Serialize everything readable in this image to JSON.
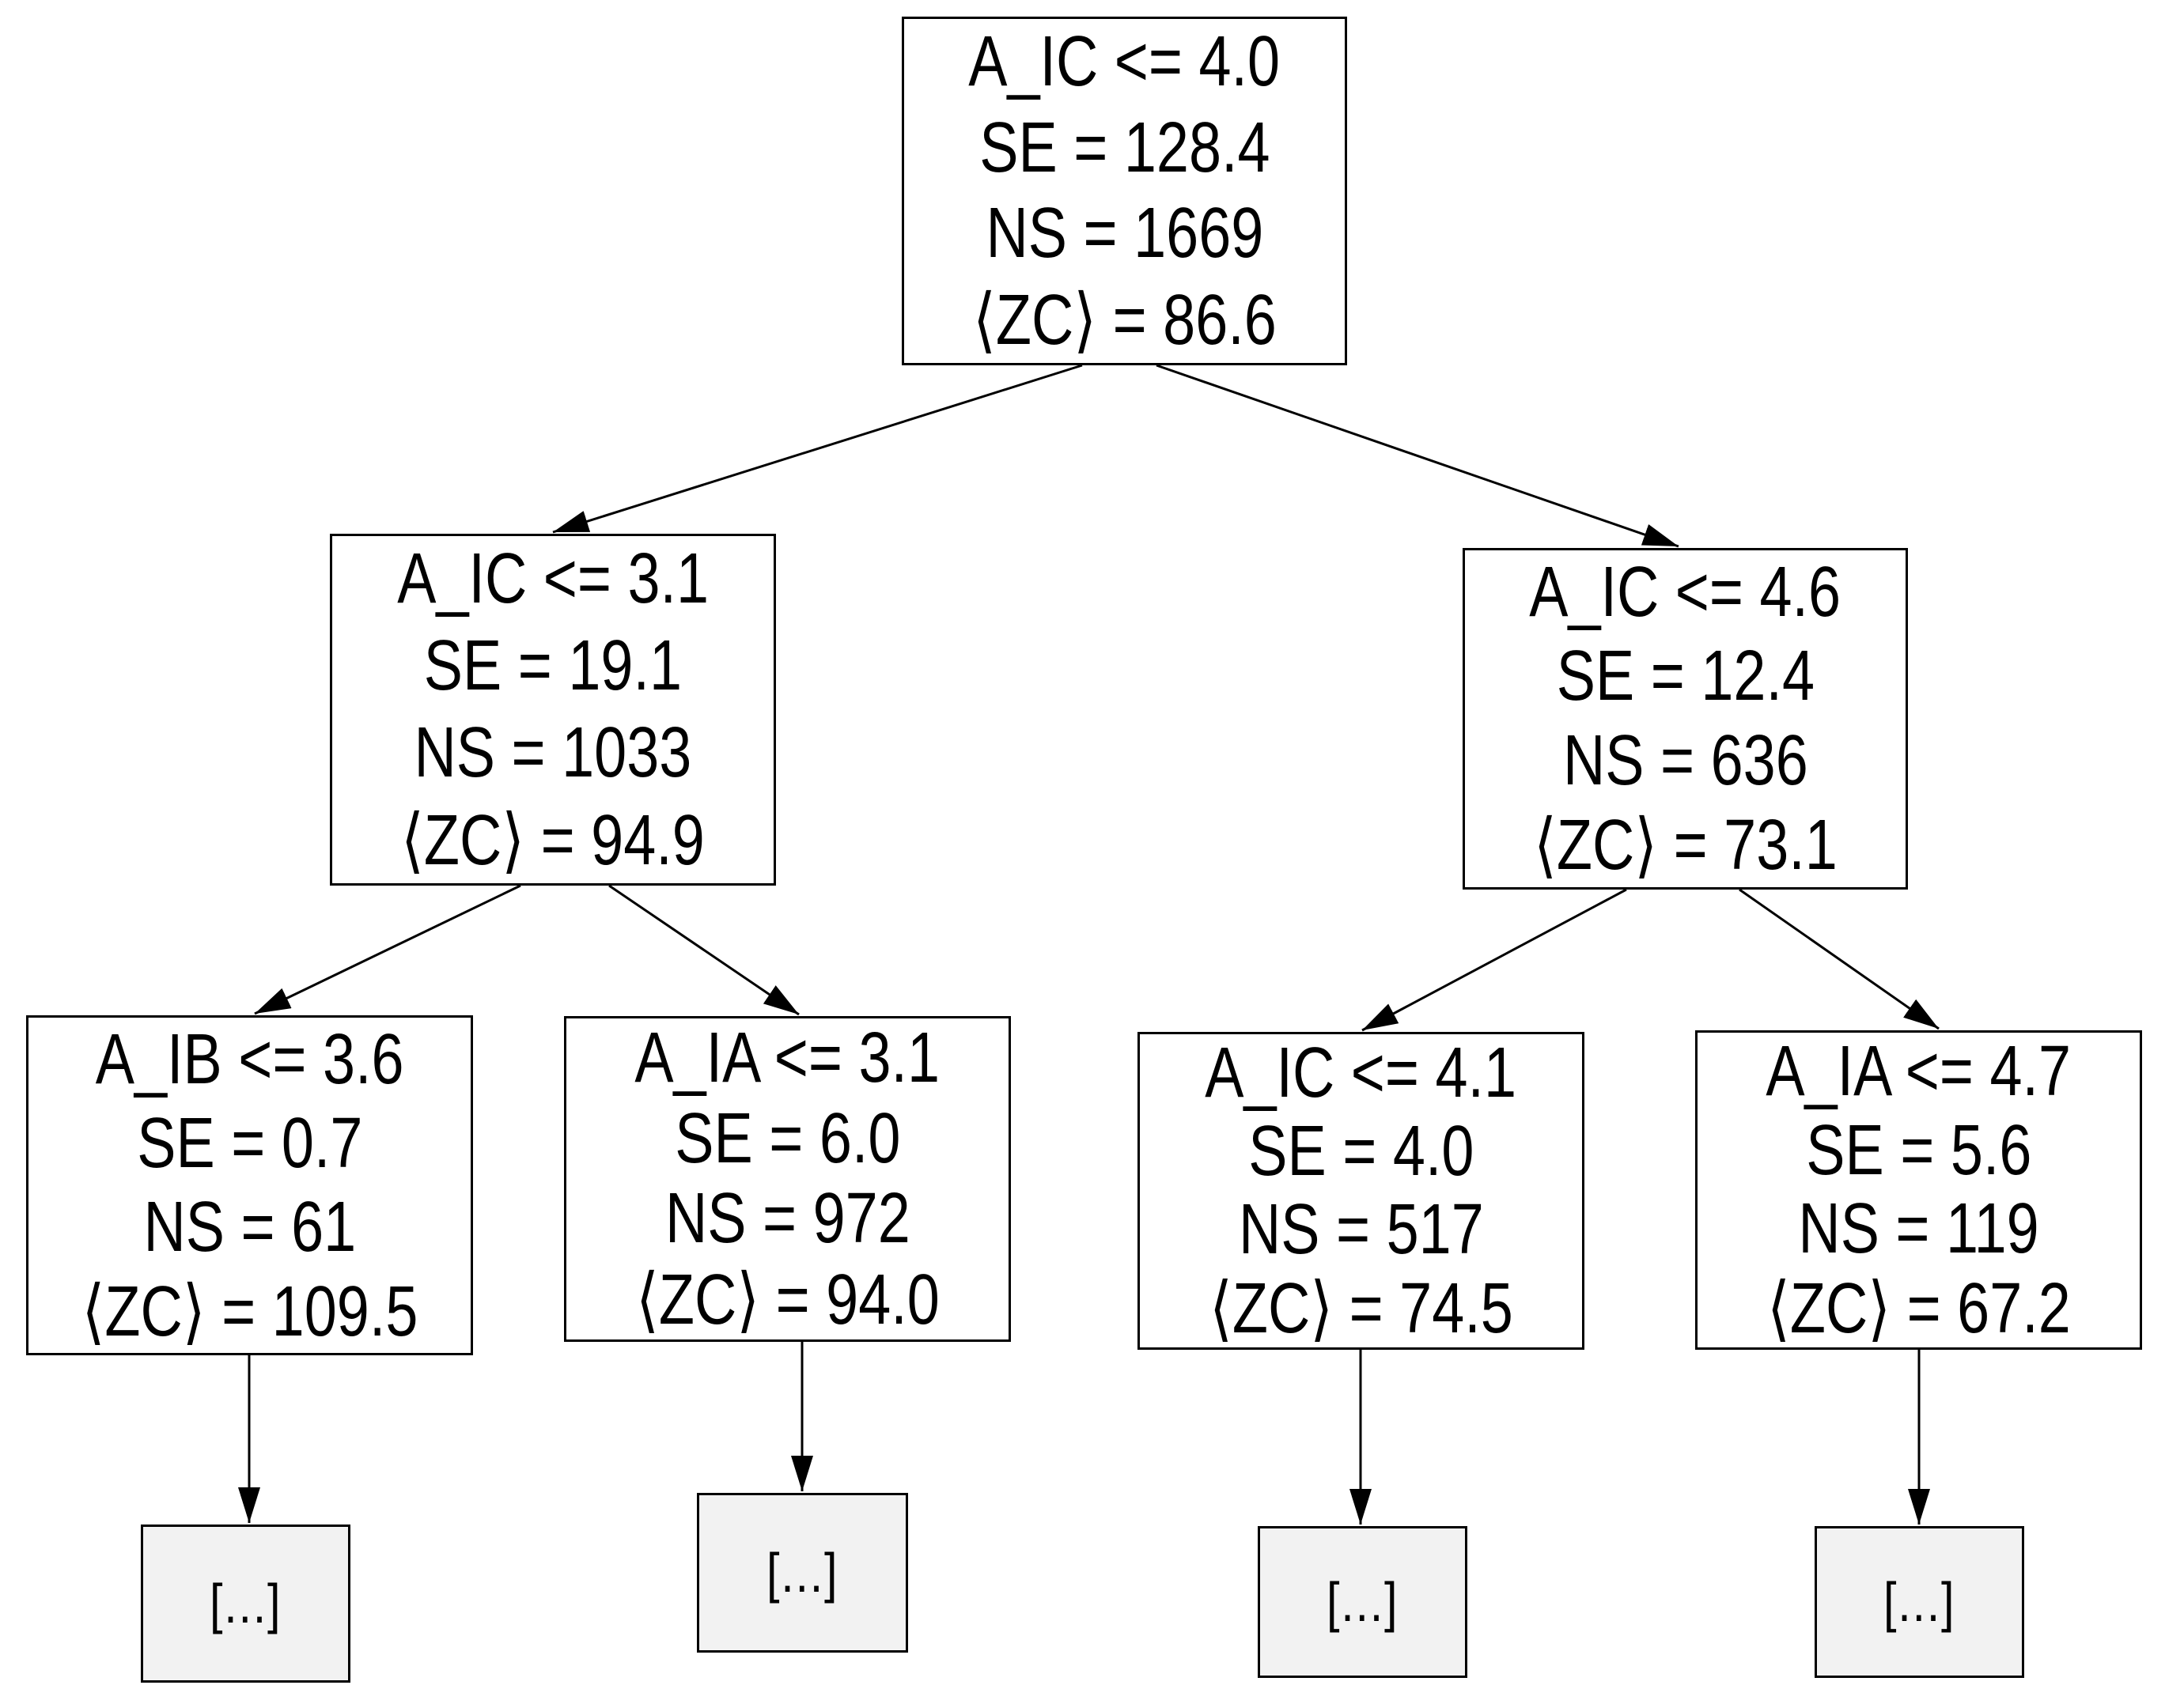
{
  "diagram_type": "decision-tree",
  "colors": {
    "background": "#ffffff",
    "node_fill": "#ffffff",
    "leaf_fill": "#f2f2f2",
    "border": "#000000",
    "text": "#000000",
    "arrow": "#000000"
  },
  "nodes": {
    "root": {
      "condition": "A_IC <= 4.0",
      "se": "SE = 128.4",
      "ns": "NS = 1669",
      "zc": "⟨ZC⟩ = 86.6"
    },
    "mid_left": {
      "condition": "A_IC <= 3.1",
      "se": "SE = 19.1",
      "ns": "NS = 1033",
      "zc": "⟨ZC⟩ = 94.9"
    },
    "mid_right": {
      "condition": "A_IC <= 4.6",
      "se": "SE = 12.4",
      "ns": "NS = 636",
      "zc": "⟨ZC⟩ = 73.1"
    },
    "bottom_1": {
      "condition": "A_IB <= 3.6",
      "se": "SE = 0.7",
      "ns": "NS = 61",
      "zc": "⟨ZC⟩ = 109.5"
    },
    "bottom_2": {
      "condition": "A_IA <= 3.1",
      "se": "SE = 6.0",
      "ns": "NS = 972",
      "zc": "⟨ZC⟩ = 94.0"
    },
    "bottom_3": {
      "condition": "A_IC <= 4.1",
      "se": "SE = 4.0",
      "ns": "NS = 517",
      "zc": "⟨ZC⟩ = 74.5"
    },
    "bottom_4": {
      "condition": "A_IA <= 4.7",
      "se": "SE = 5.6",
      "ns": "NS = 119",
      "zc": "⟨ZC⟩ = 67.2"
    }
  },
  "leaves": {
    "leaf_1": {
      "label": "[...]"
    },
    "leaf_2": {
      "label": "[...]"
    },
    "leaf_3": {
      "label": "[...]"
    },
    "leaf_4": {
      "label": "[...]"
    }
  },
  "edges": [
    {
      "from": "root",
      "to": "mid_left"
    },
    {
      "from": "root",
      "to": "mid_right"
    },
    {
      "from": "mid_left",
      "to": "bottom_1"
    },
    {
      "from": "mid_left",
      "to": "bottom_2"
    },
    {
      "from": "mid_right",
      "to": "bottom_3"
    },
    {
      "from": "mid_right",
      "to": "bottom_4"
    },
    {
      "from": "bottom_1",
      "to": "leaf_1"
    },
    {
      "from": "bottom_2",
      "to": "leaf_2"
    },
    {
      "from": "bottom_3",
      "to": "leaf_3"
    },
    {
      "from": "bottom_4",
      "to": "leaf_4"
    }
  ]
}
